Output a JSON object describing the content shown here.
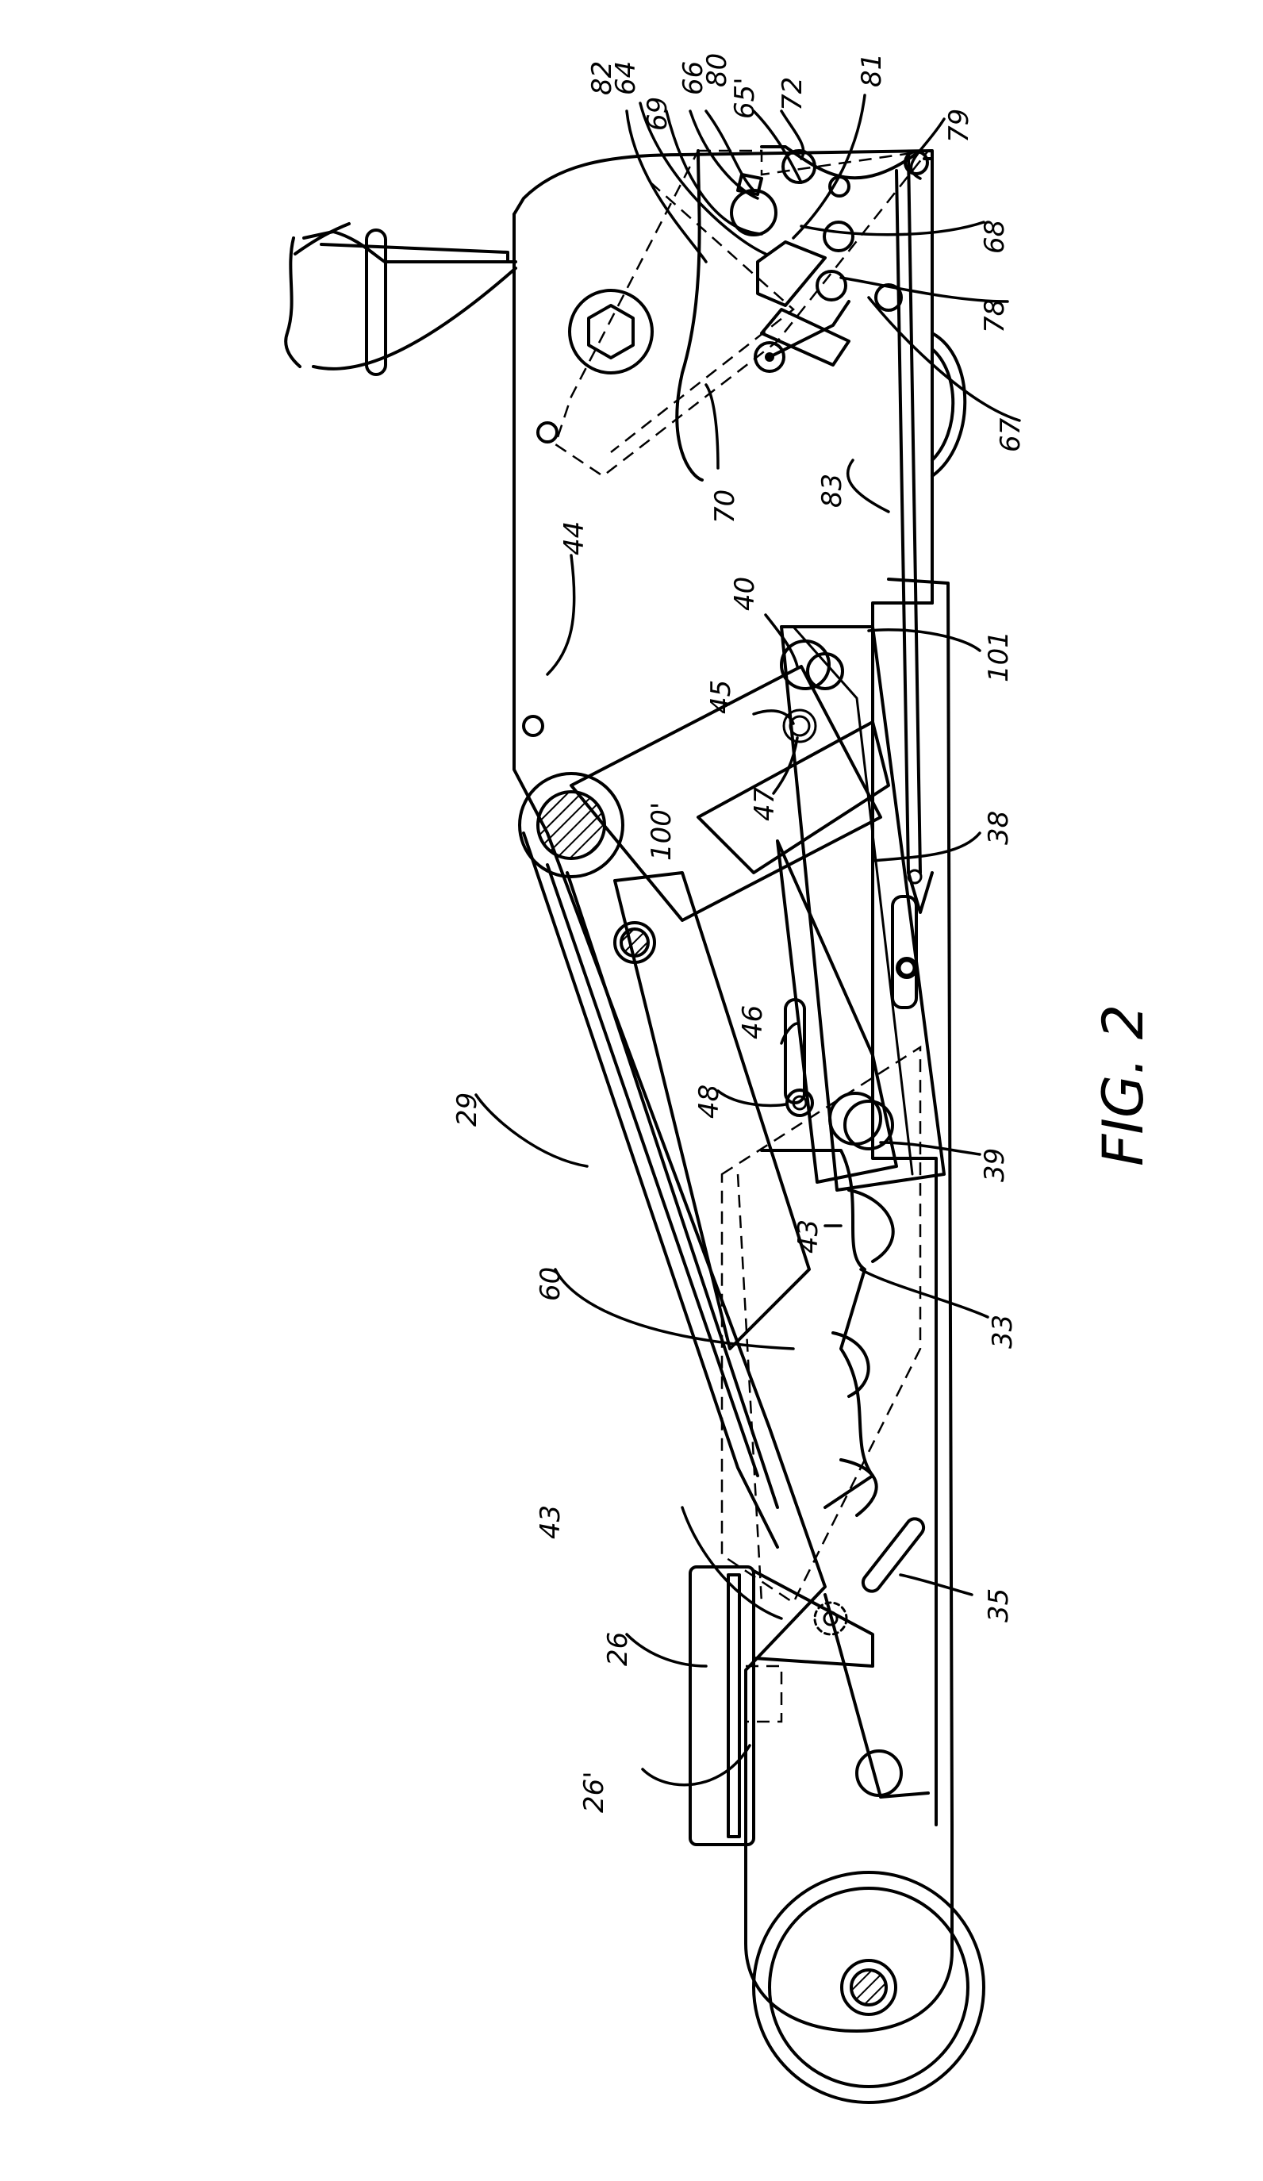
{
  "figure": {
    "caption": "FIG. 2"
  },
  "labels": {
    "r82": "82",
    "r64": "64",
    "r66": "66",
    "r80": "80",
    "r69": "69",
    "r65p": "65'",
    "r72": "72",
    "r81": "81",
    "r79": "79",
    "r68": "68",
    "r78": "78",
    "r67": "67",
    "r70": "70",
    "r83": "83",
    "r44": "44",
    "r40": "40",
    "r101": "101",
    "r45": "45",
    "r47": "47",
    "r100p": "100'",
    "r38": "38",
    "r46": "46",
    "r48": "48",
    "r29": "29",
    "r39": "39",
    "r43a": "43",
    "r33": "33",
    "r60": "60",
    "r43b": "43",
    "r35": "35",
    "r26": "26",
    "r26p": "26'"
  }
}
